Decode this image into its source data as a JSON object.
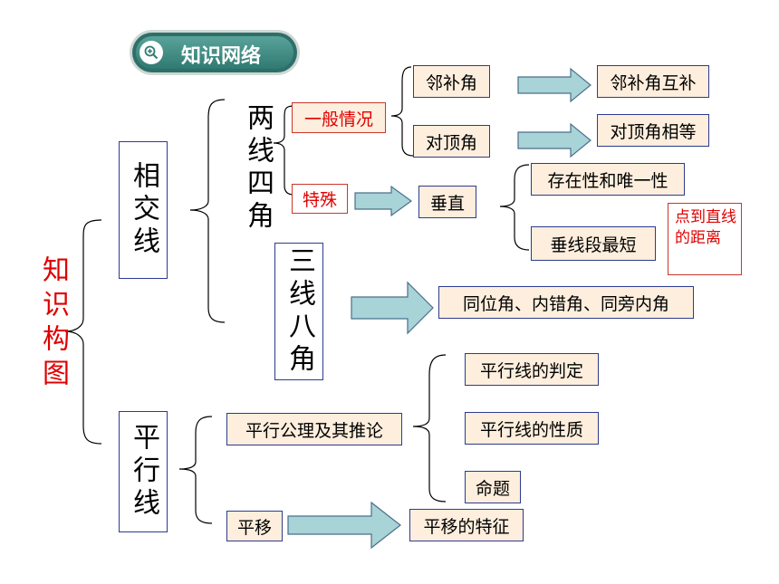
{
  "badge": {
    "label": "知识网络",
    "icon": "magnifier-plus-icon"
  },
  "root": {
    "label": "知识构图"
  },
  "xiangjiaoxian": {
    "label": "相交线"
  },
  "pingxingxian": {
    "label": "平行线"
  },
  "liangxian": {
    "label": "两线四角"
  },
  "sanxian": {
    "label": "三线八角"
  },
  "yiban": {
    "label": "一般情况"
  },
  "teshu": {
    "label": "特殊"
  },
  "linbu": {
    "label": "邻补角"
  },
  "duiding": {
    "label": "对顶角"
  },
  "linbu_result": {
    "label": "邻补角互补"
  },
  "duiding_result": {
    "label": "对顶角相等"
  },
  "chuizhi": {
    "label": "垂直"
  },
  "cunzai": {
    "label": "存在性和唯一性"
  },
  "chuixianduan": {
    "label": "垂线段最短"
  },
  "juli_note": {
    "label": "点到直线的距离"
  },
  "tongwei": {
    "label": "同位角、内错角、同旁内角"
  },
  "gongli": {
    "label": "平行公理及其推论"
  },
  "panding": {
    "label": "平行线的判定"
  },
  "xingzhi": {
    "label": "平行线的性质"
  },
  "mingti": {
    "label": "命题"
  },
  "pingyi": {
    "label": "平移"
  },
  "pingyi_tezheng": {
    "label": "平移的特征"
  },
  "colors": {
    "arrow_fill": "#a8d3d7",
    "box_fill": "#fdeedd",
    "red": "#e00000",
    "badge": "#2f7a72"
  }
}
